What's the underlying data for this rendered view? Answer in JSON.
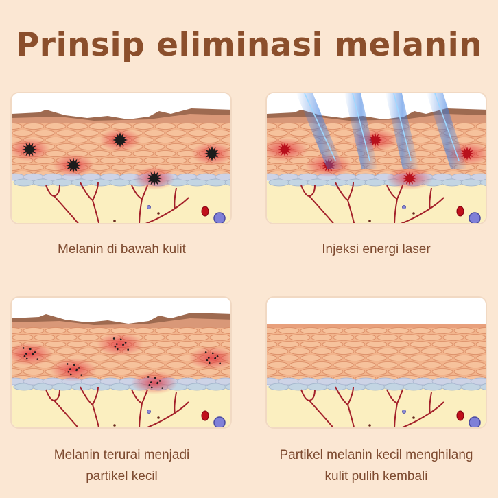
{
  "title": "Prinsip eliminasi melanin",
  "panels": [
    {
      "state": "intact",
      "caption_lines": [
        "Melanin di bawah kulit"
      ]
    },
    {
      "state": "laser",
      "caption_lines": [
        "Injeksi energi laser"
      ]
    },
    {
      "state": "fragmented",
      "caption_lines": [
        "Melanin terurai menjadi",
        "partikel kecil"
      ]
    },
    {
      "state": "cleared",
      "caption_lines": [
        "Partikel melanin kecil menghilang",
        "kulit pulih kembali"
      ]
    }
  ],
  "colors": {
    "background": "#fbe7d3",
    "title": "#8b4f2c",
    "caption": "#7d4a2f",
    "melanin": "#1c1c1c",
    "laser": "#3a7de0"
  }
}
